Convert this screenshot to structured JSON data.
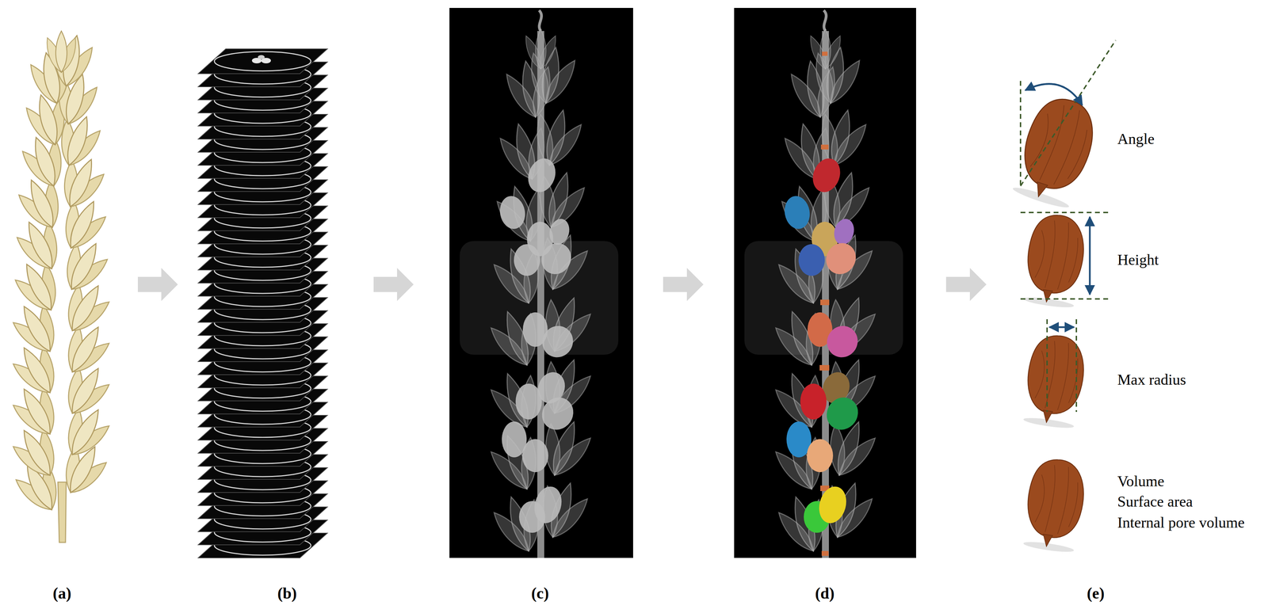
{
  "diagram": {
    "nodes": [
      {
        "text": [
          "(a)"
        ]
      },
      {
        "text": [
          "(b)"
        ]
      },
      {
        "text": [
          "(c)"
        ]
      },
      {
        "text": [
          "(d)"
        ]
      },
      {
        "text": [
          "(e)"
        ]
      }
    ],
    "edges": [
      {
        "from": 0,
        "to": 1,
        "arrow": "to"
      },
      {
        "from": 1,
        "to": 2,
        "arrow": "to"
      },
      {
        "from": 2,
        "to": 3,
        "arrow": "to"
      },
      {
        "from": 3,
        "to": 4,
        "arrow": "to"
      }
    ],
    "labels": [
      "Angle",
      "Height",
      "Max radius",
      "Volume",
      "Surface area",
      "Internal pore volume"
    ]
  }
}
